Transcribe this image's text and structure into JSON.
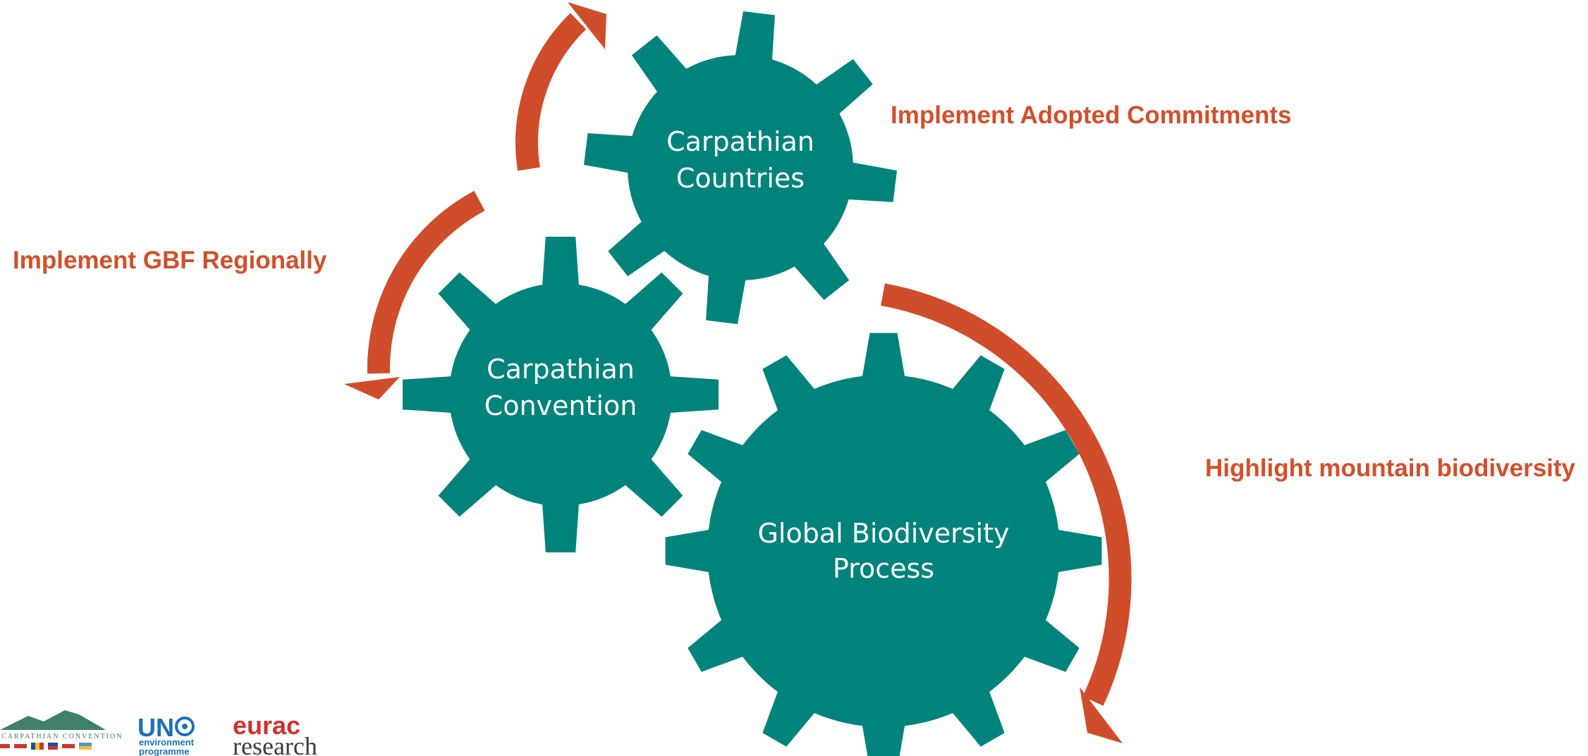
{
  "colors": {
    "gear": "#00837a",
    "arrow": "#cf4d2a",
    "label": "#d0502c",
    "unep_blue": "#1f6fb6",
    "eurac_red": "#d0312d",
    "eurac_grey": "#3a3a3a",
    "mountain_green": "#3f7f6b"
  },
  "diagram": {
    "gears": {
      "countries": {
        "line1": "Carpathian",
        "line2": "Countries"
      },
      "convention": {
        "line1": "Carpathian",
        "line2": "Convention"
      },
      "global": {
        "line1": "Global Biodiversity",
        "line2": "Process"
      }
    },
    "labels": {
      "commitments": "Implement Adopted Commitments",
      "gbf": "Implement GBF Regionally",
      "mountain": "Highlight mountain biodiversity"
    }
  },
  "logos": {
    "carpathian": {
      "icon": "carpathian-convention-logo",
      "text": "CARPATHIAN CONVENTION"
    },
    "unep": {
      "un": "UN",
      "line1": "environment",
      "line2": "programme"
    },
    "eurac": {
      "line1": "eurac",
      "line2": "research"
    }
  }
}
